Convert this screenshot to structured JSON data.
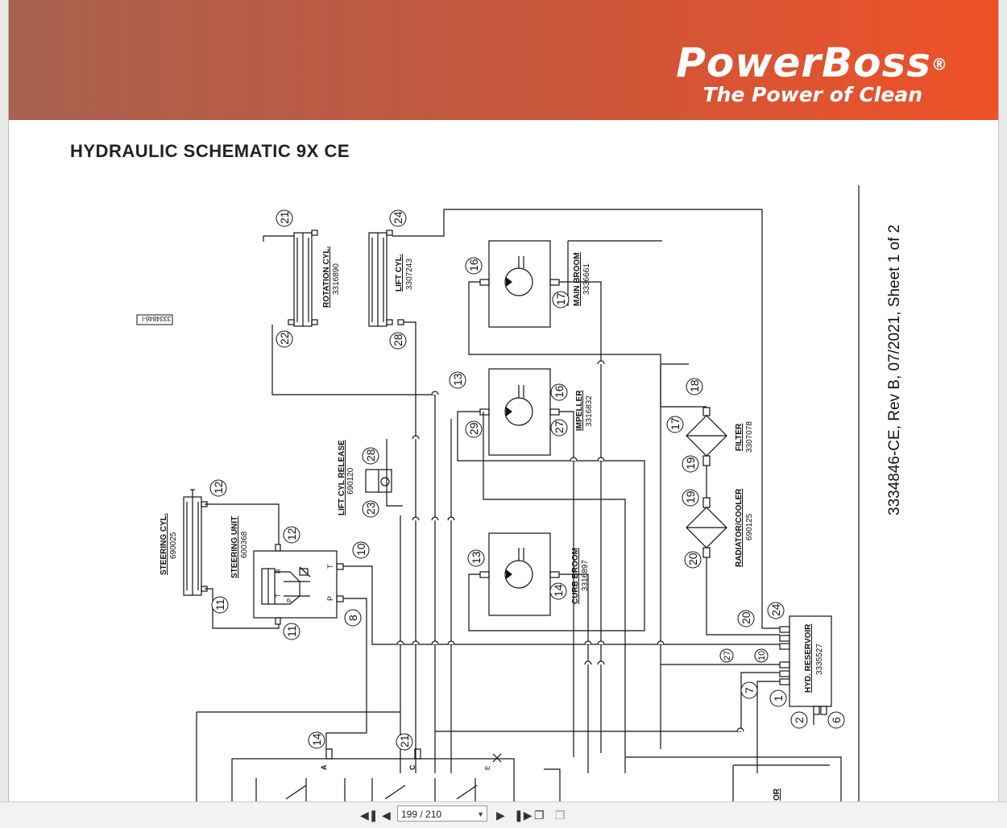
{
  "brand": {
    "name": "PowerBoss",
    "registered": "®",
    "tagline": "The Power of Clean"
  },
  "doc_title": "HYDRAULIC SCHEMATIC 9X CE",
  "sheet_info": "3334846-CE, Rev B, 07/2021, Sheet 1 of 2",
  "stamp": "3334846-I",
  "components": {
    "rotation_cyl": {
      "name": "ROTATION CYL.",
      "part": "3316890"
    },
    "lift_cyl": {
      "name": "LIFT CYL.",
      "part": "3307243"
    },
    "main_broom": {
      "name": "MAIN BROOM",
      "part": "3336661"
    },
    "impeller": {
      "name": "IMPELLER",
      "part": "3316832"
    },
    "filter": {
      "name": "FILTER",
      "part": "3307078"
    },
    "radiator": {
      "name": "RADIATOR/COOLER",
      "part": "690125"
    },
    "lift_release": {
      "name": "LIFT CYL RELEASE",
      "part": "690120"
    },
    "steering_cyl": {
      "name": "STEERING CYL.",
      "part": "690025"
    },
    "steering_unit": {
      "name": "STEERING UNIT",
      "part": "600368"
    },
    "curb_broom": {
      "name": "CURB BROOM",
      "part": "3316897"
    },
    "reservoir": {
      "name": "HYD. RESERVOIR",
      "part": "3335527"
    }
  },
  "port_labels": {
    "r": "R",
    "t_small": "T",
    "p_small": "P",
    "t_port": "T",
    "p_port": "P",
    "a": "A",
    "c": "C",
    "e": "E",
    "or_text": "OR"
  },
  "callouts": {
    "c21a": "21",
    "c24a": "24",
    "c22": "22",
    "c28a": "28",
    "c16a": "16",
    "c17a": "17",
    "c13a": "13",
    "c16b": "16",
    "c29": "29",
    "c27a": "27",
    "c18": "18",
    "c17b": "17",
    "c19a": "19",
    "c19b": "19",
    "c20a": "20",
    "c28b": "28",
    "c23": "23",
    "c12a": "12",
    "c12b": "12",
    "c10a": "10",
    "c11a": "11",
    "c11b": "11",
    "c8": "8",
    "c13b": "13",
    "c14a": "14",
    "c20b": "20",
    "c24b": "24",
    "c27b": "27",
    "c10b": "10",
    "c7": "7",
    "c1": "1",
    "c2": "2",
    "c6": "6",
    "c14b": "14",
    "c21b": "21"
  },
  "viewer": {
    "current_page": "199",
    "total_pages": "210",
    "page_display": "199 / 210"
  }
}
